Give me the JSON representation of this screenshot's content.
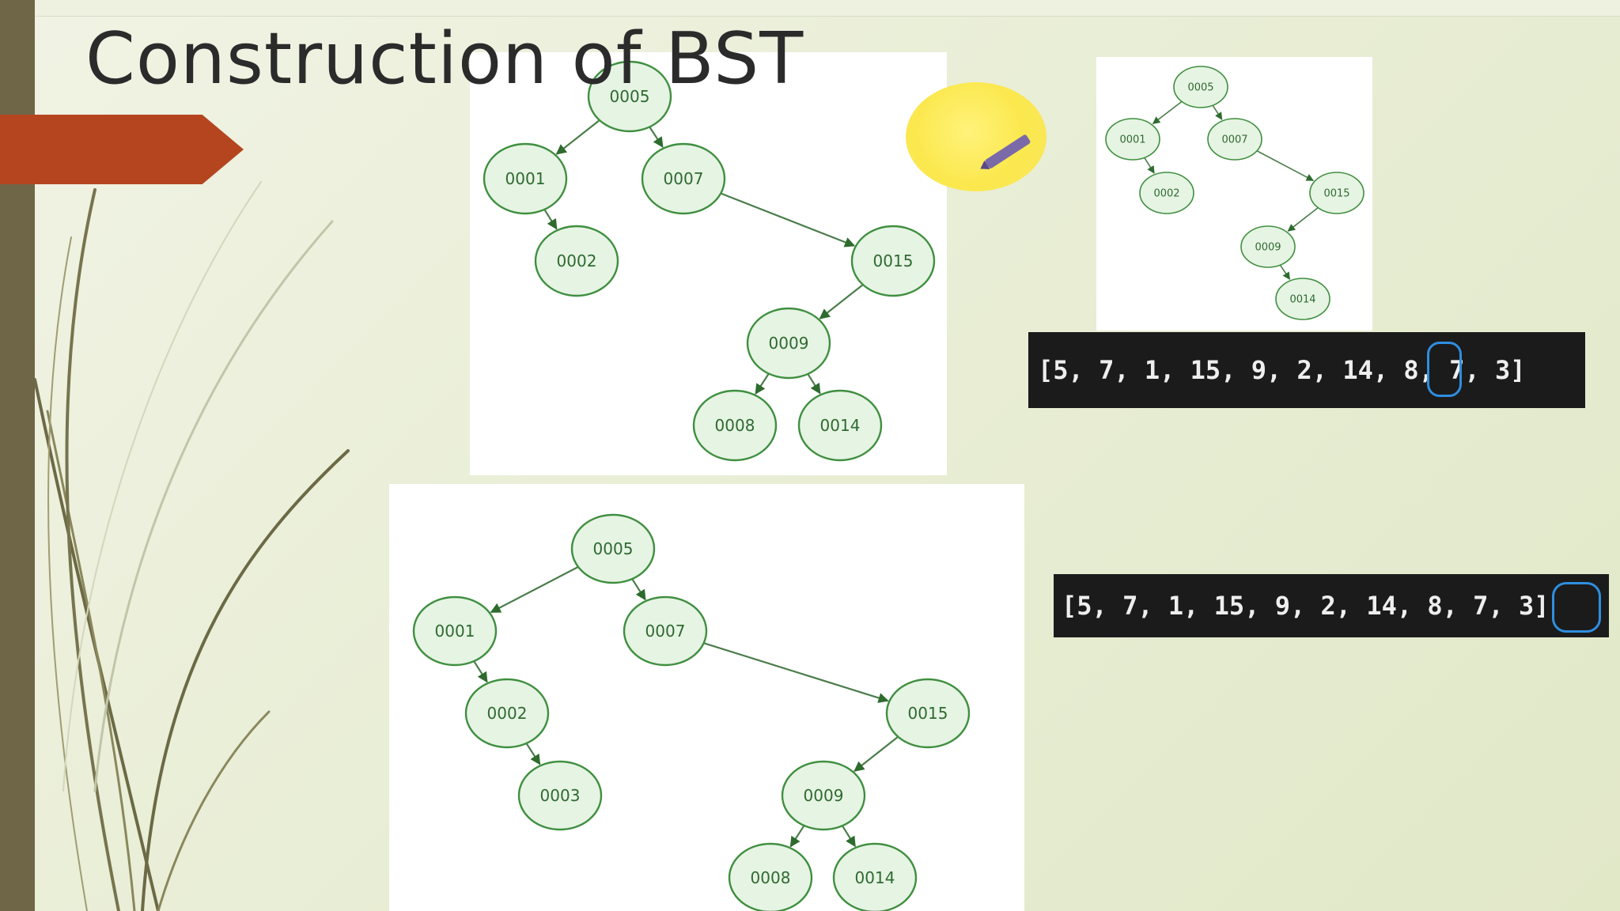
{
  "slide": {
    "title": "Construction of BST"
  },
  "arrays": [
    {
      "text": "[5, 7, 1, 15, 9, 2, 14, 8, 7, 3]",
      "highlighted_value": "8"
    },
    {
      "text": "[5, 7, 1, 15, 9, 2, 14, 8, 7, 3]",
      "highlighted_value": "3"
    }
  ],
  "trees": {
    "small": {
      "nodes": [
        "0005",
        "0001",
        "0007",
        "0002",
        "0015",
        "0009",
        "0014"
      ],
      "edges": [
        [
          "0005",
          "0001"
        ],
        [
          "0005",
          "0007"
        ],
        [
          "0001",
          "0002"
        ],
        [
          "0007",
          "0015"
        ],
        [
          "0015",
          "0009"
        ],
        [
          "0009",
          "0014"
        ]
      ]
    },
    "middle": {
      "nodes": [
        "0005",
        "0001",
        "0007",
        "0002",
        "0015",
        "0009",
        "0008",
        "0014"
      ],
      "edges": [
        [
          "0005",
          "0001"
        ],
        [
          "0005",
          "0007"
        ],
        [
          "0001",
          "0002"
        ],
        [
          "0007",
          "0015"
        ],
        [
          "0015",
          "0009"
        ],
        [
          "0009",
          "0008"
        ],
        [
          "0009",
          "0014"
        ]
      ]
    },
    "bottom": {
      "nodes": [
        "0005",
        "0001",
        "0007",
        "0002",
        "0003",
        "0015",
        "0009",
        "0008",
        "0014"
      ],
      "edges": [
        [
          "0005",
          "0001"
        ],
        [
          "0005",
          "0007"
        ],
        [
          "0001",
          "0002"
        ],
        [
          "0002",
          "0003"
        ],
        [
          "0007",
          "0015"
        ],
        [
          "0015",
          "0009"
        ],
        [
          "0009",
          "0008"
        ],
        [
          "0009",
          "0014"
        ]
      ]
    }
  },
  "colors": {
    "node_fill": "#e6f4e4",
    "node_stroke": "#3f8f3f",
    "node_text": "#2f6a2f",
    "edge": "#4b7d4b",
    "accent": "#b5451f",
    "highlight_ring": "#2f8ee0",
    "array_bg": "#1b1b1b"
  }
}
